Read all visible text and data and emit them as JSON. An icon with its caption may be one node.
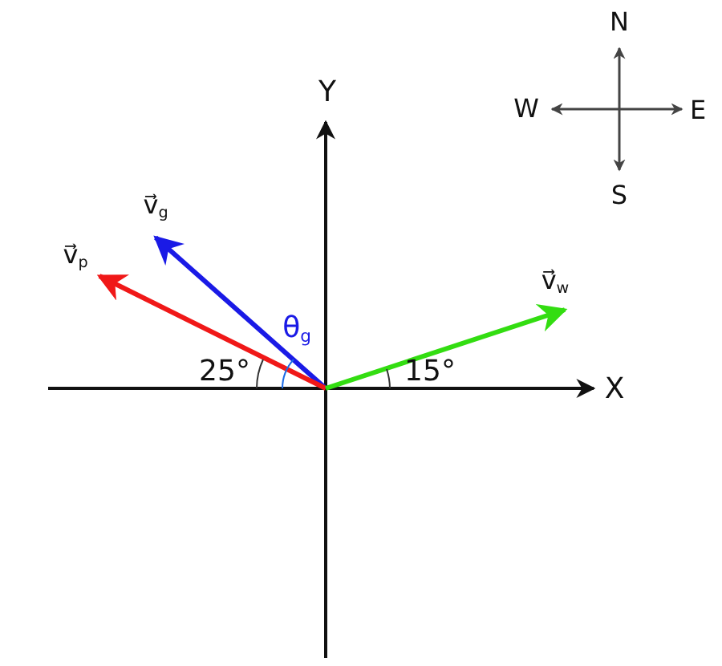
{
  "diagram": {
    "labels": [
      "Y",
      "N",
      "W",
      "E",
      "S",
      "v⃗$_{g}$",
      "v⃗$_{p}$",
      "v⃗$_{w}$",
      "θ$_{g}$",
      "25°",
      "15°",
      "X"
    ]
  }
}
